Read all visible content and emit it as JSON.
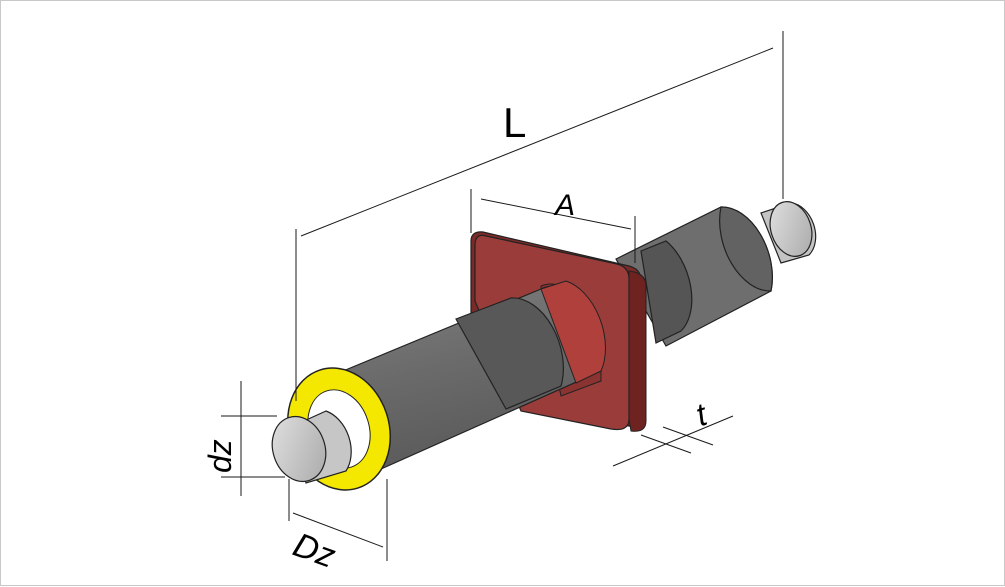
{
  "labels": {
    "length": "L",
    "flange_width": "A",
    "flange_thickness": "t",
    "inner_diameter": "dz",
    "outer_diameter": "Dz"
  },
  "colors": {
    "background": "#ffffff",
    "border": "#c8c8c8",
    "jacket": "#6b6b6b",
    "jacket_light": "#7a7a7a",
    "jacket_dark": "#4f4f4f",
    "band": "#585858",
    "insulation": "#f5e800",
    "steel_pipe": "#c9c9c9",
    "flange": "#9a3d3a",
    "flange_edge": "#7a2a28",
    "dimension_lines": "#1a1a1a"
  }
}
